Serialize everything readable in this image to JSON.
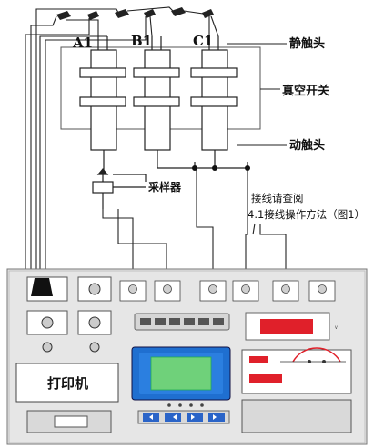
{
  "labels": {
    "phase_a": "A1",
    "phase_b": "B1",
    "phase_c": "C1",
    "static_contact": "静触头",
    "vacuum_switch": "真空开关",
    "moving_contact": "动触头",
    "sampler": "采样器",
    "note_line1": "接线请查阅",
    "note_line2": "4.1接线操作方法（图1）"
  },
  "instrument": {
    "printer_label": "打印机",
    "display_color": "#e0202a",
    "lcd_color": "#6fd17a",
    "panel_color": "#e6e6e6"
  }
}
